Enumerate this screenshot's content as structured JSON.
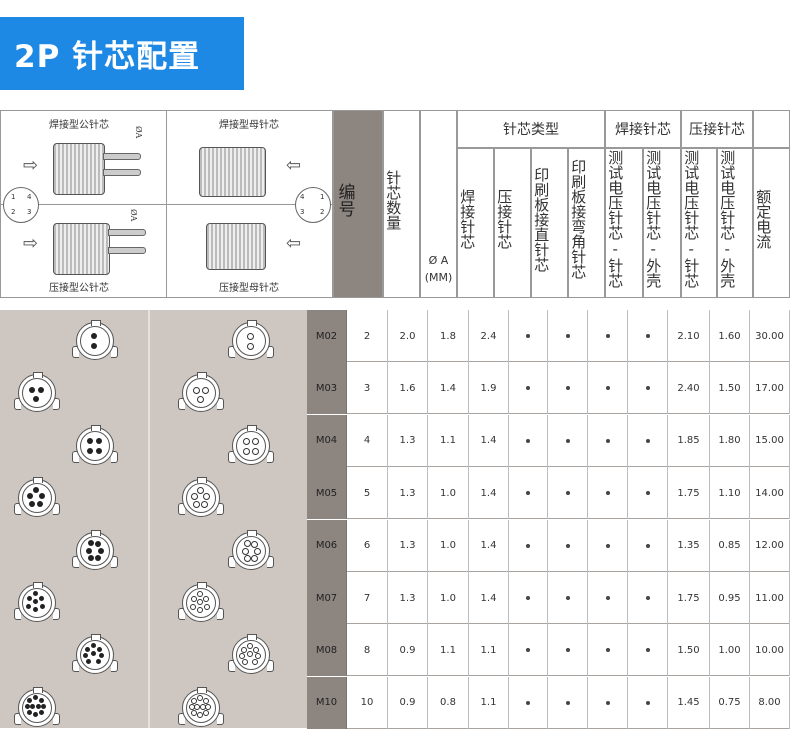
{
  "banner": {
    "title": "2P 针芯配置"
  },
  "diagram": {
    "solder_male": "焊接型公针芯",
    "solder_female": "焊接型母针芯",
    "crimp_male": "压接型公针芯",
    "crimp_female": "压接型母针芯",
    "dim_a": "ØA",
    "pin_numbers": [
      "1",
      "4",
      "2",
      "3"
    ]
  },
  "header": {
    "code": "编号",
    "pin_count": "针芯数量",
    "dim_a": "Ø A (MM)",
    "pin_type_group": "针芯类型",
    "solder_group": "焊接针芯",
    "crimp_group": "压接针芯",
    "type_solder": "焊接针芯",
    "type_crimp": "压接针芯",
    "type_pcb_straight": "印刷板接直针芯",
    "type_pcb_angle": "印刷板接弯角针芯",
    "test_pin_pin": "测试电压针芯-针芯",
    "test_pin_shell": "测试电压针芯-外壳",
    "rated_current": "额定电流"
  },
  "table": {
    "dot": "•",
    "rows": [
      {
        "code": "M02",
        "count": "2",
        "a": "2.0",
        "b": "1.8",
        "c": "2.4",
        "v1": "2.10",
        "v2": "1.60",
        "cur": "30.00"
      },
      {
        "code": "M03",
        "count": "3",
        "a": "1.6",
        "b": "1.4",
        "c": "1.9",
        "v1": "2.40",
        "v2": "1.50",
        "cur": "17.00"
      },
      {
        "code": "M04",
        "count": "4",
        "a": "1.3",
        "b": "1.1",
        "c": "1.4",
        "v1": "1.85",
        "v2": "1.80",
        "cur": "15.00"
      },
      {
        "code": "M05",
        "count": "5",
        "a": "1.3",
        "b": "1.0",
        "c": "1.4",
        "v1": "1.75",
        "v2": "1.10",
        "cur": "14.00"
      },
      {
        "code": "M06",
        "count": "6",
        "a": "1.3",
        "b": "1.0",
        "c": "1.4",
        "v1": "1.35",
        "v2": "0.85",
        "cur": "12.00"
      },
      {
        "code": "M07",
        "count": "7",
        "a": "1.3",
        "b": "1.0",
        "c": "1.4",
        "v1": "1.75",
        "v2": "0.95",
        "cur": "11.00"
      },
      {
        "code": "M08",
        "count": "8",
        "a": "0.9",
        "b": "1.1",
        "c": "1.1",
        "v1": "1.50",
        "v2": "1.00",
        "cur": "10.00"
      },
      {
        "code": "M10",
        "count": "10",
        "a": "0.9",
        "b": "0.8",
        "c": "1.1",
        "v1": "1.45",
        "v2": "0.75",
        "cur": "8.00"
      }
    ]
  }
}
